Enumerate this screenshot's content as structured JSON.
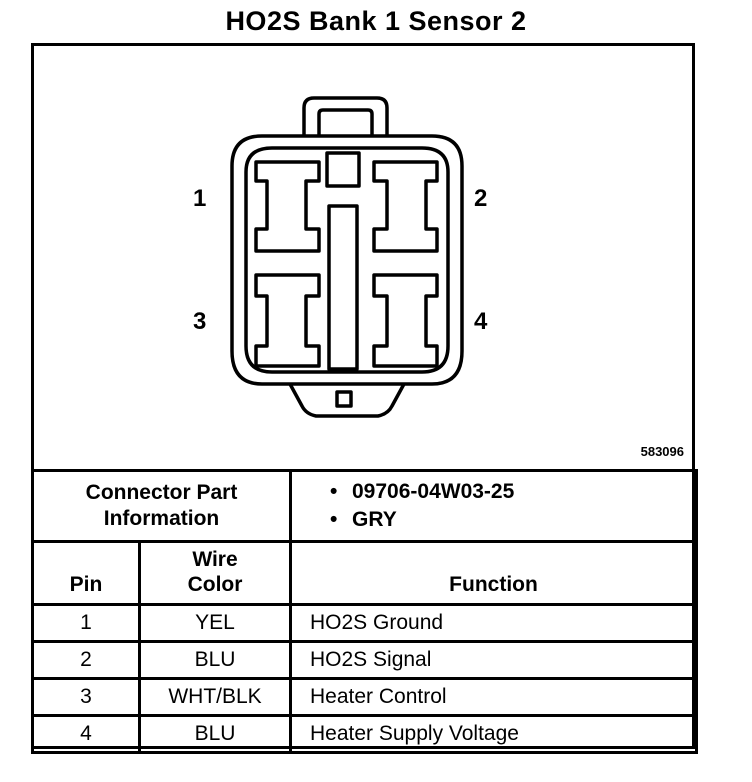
{
  "title": "HO2S Bank 1 Sensor 2",
  "pin_labels": [
    "1",
    "2",
    "3",
    "4"
  ],
  "figure_number": "583096",
  "connector_info": {
    "label_line1": "Connector Part",
    "label_line2": "Information",
    "values": [
      "09706-04W03-25",
      "GRY"
    ]
  },
  "columns": {
    "pin": "Pin",
    "wire_line1": "Wire",
    "wire_line2": "Color",
    "function": "Function"
  },
  "rows": [
    {
      "pin": "1",
      "color": "YEL",
      "function": "HO2S Ground"
    },
    {
      "pin": "2",
      "color": "BLU",
      "function": "HO2S Signal"
    },
    {
      "pin": "3",
      "color": "WHT/BLK",
      "function": "Heater Control"
    },
    {
      "pin": "4",
      "color": "BLU",
      "function": "Heater Supply Voltage"
    }
  ]
}
